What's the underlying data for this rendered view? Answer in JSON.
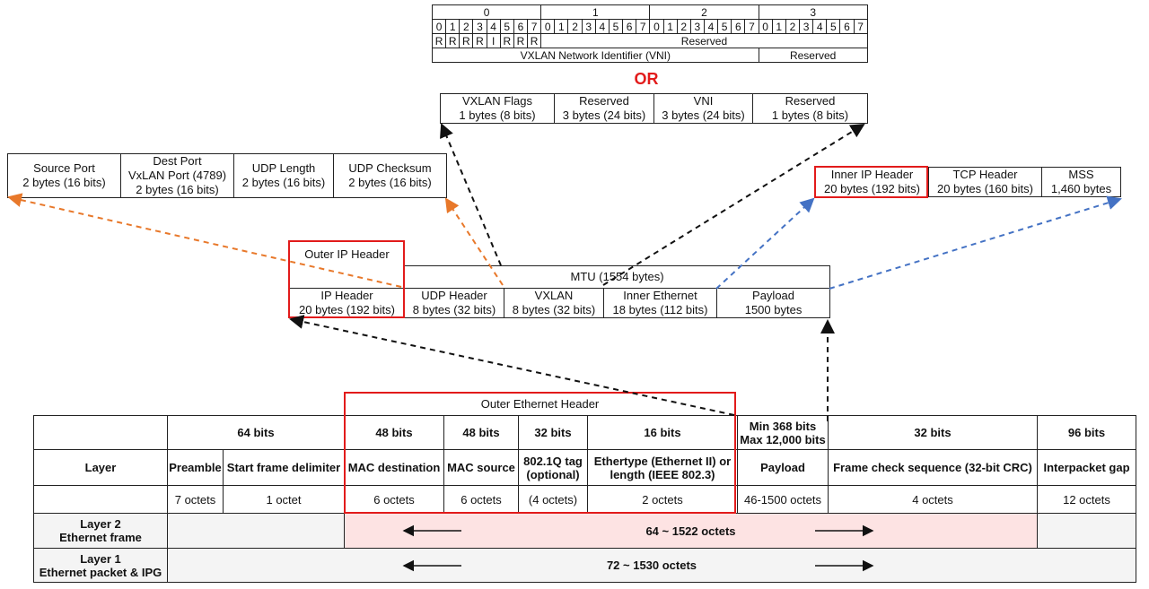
{
  "vxlan_bits": {
    "bytes": [
      "0",
      "1",
      "2",
      "3"
    ],
    "bits": [
      "0",
      "1",
      "2",
      "3",
      "4",
      "5",
      "6",
      "7"
    ],
    "flags": [
      "R",
      "R",
      "R",
      "R",
      "I",
      "R",
      "R",
      "R"
    ],
    "reserved": "Reserved",
    "vni": "VXLAN Network Identifier (VNI)",
    "reserved2": "Reserved"
  },
  "or_label": "OR",
  "vxlan_fields": [
    {
      "name": "VXLAN Flags",
      "size": "1 bytes (8 bits)"
    },
    {
      "name": "Reserved",
      "size": "3 bytes (24 bits)"
    },
    {
      "name": "VNI",
      "size": "3 bytes (24 bits)"
    },
    {
      "name": "Reserved",
      "size": "1 bytes (8 bits)"
    }
  ],
  "udp_fields": [
    {
      "name": "Source Port",
      "size": "2 bytes (16 bits)"
    },
    {
      "name": "Dest Port",
      "name2": "VxLAN Port (4789)",
      "size": "2 bytes (16 bits)"
    },
    {
      "name": "UDP Length",
      "size": "2 bytes (16 bits)"
    },
    {
      "name": "UDP Checksum",
      "size": "2 bytes (16 bits)"
    }
  ],
  "inner_fields": [
    {
      "name": "Inner IP Header",
      "size": "20 bytes (192 bits)"
    },
    {
      "name": "TCP Header",
      "size": "20 bytes (160 bits)"
    },
    {
      "name": "MSS",
      "size": "1,460 bytes"
    }
  ],
  "mtu": {
    "outer_ip_label": "Outer IP Header",
    "title": "MTU (1554 bytes)",
    "cells": [
      {
        "name": "IP Header",
        "size": "20 bytes (192 bits)"
      },
      {
        "name": "UDP Header",
        "size": "8 bytes (32 bits)"
      },
      {
        "name": "VXLAN",
        "size": "8 bytes (32 bits)"
      },
      {
        "name": "Inner Ethernet",
        "size": "18 bytes (112 bits)"
      },
      {
        "name": "Payload",
        "size": "1500 bytes"
      }
    ]
  },
  "ethernet": {
    "outer_label": "Outer Ethernet Header",
    "bits_row": [
      "64 bits",
      "48 bits",
      "48 bits",
      "32 bits",
      "16 bits",
      "Min 368 bits",
      "Max 12,000 bits",
      "32 bits",
      "96 bits"
    ],
    "layer_label": "Layer",
    "fields": [
      "Preamble",
      "Start frame delimiter",
      "MAC destination",
      "MAC source",
      "802.1Q tag",
      "(optional)",
      "Ethertype (Ethernet II) or",
      "length (IEEE 802.3)",
      "Payload",
      "Frame check sequence (32-bit CRC)",
      "Interpacket gap"
    ],
    "octets": [
      "7 octets",
      "1 octet",
      "6 octets",
      "6 octets",
      "(4 octets)",
      "2 octets",
      "46-1500 octets",
      "4 octets",
      "12 octets"
    ],
    "layer2": {
      "line1": "Layer 2",
      "line2": "Ethernet frame",
      "range": "64 ~ 1522 octets"
    },
    "layer1": {
      "line1": "Layer 1",
      "line2": "Ethernet packet & IPG",
      "range": "72 ~ 1530 octets"
    }
  },
  "colors": {
    "highlight": "#e21b1b",
    "orange": "#e8782a",
    "blue": "#4472c4",
    "pink": "#fde3e3"
  }
}
